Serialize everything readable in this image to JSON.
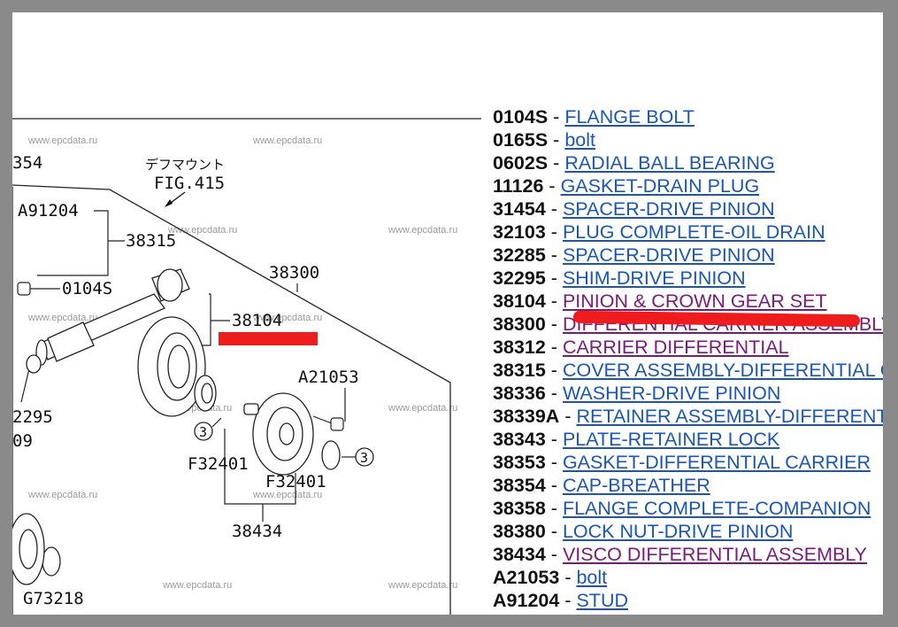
{
  "diagram": {
    "watermark": "www.epcdata.ru",
    "ref_ja": "デフマウント",
    "ref_fig": "FIG.415",
    "part_numbers": {
      "p354": "354",
      "a91204": "A91204",
      "p38315": "38315",
      "p38300": "38300",
      "p0104s": "0104S",
      "p38104": "38104",
      "a21053": "A21053",
      "p2295": "2295",
      "p09": "09",
      "f32401_left": "F32401",
      "f32401_right": "F32401",
      "p38434": "38434",
      "g73218": "G73218",
      "circle3_a": "3",
      "circle3_b": "3"
    }
  },
  "parts": [
    {
      "code": "0104S",
      "name": "FLANGE BOLT",
      "visited": false
    },
    {
      "code": "0165S",
      "name": "bolt",
      "visited": false
    },
    {
      "code": "0602S",
      "name": "RADIAL BALL BEARING",
      "visited": false
    },
    {
      "code": "11126",
      "name": "GASKET-DRAIN PLUG",
      "visited": false
    },
    {
      "code": "31454",
      "name": "SPACER-DRIVE PINION",
      "visited": false
    },
    {
      "code": "32103",
      "name": "PLUG COMPLETE-OIL DRAIN",
      "visited": false
    },
    {
      "code": "32285",
      "name": "SPACER-DRIVE PINION",
      "visited": false
    },
    {
      "code": "32295",
      "name": "SHIM-DRIVE PINION",
      "visited": false
    },
    {
      "code": "38104",
      "name": "PINION & CROWN GEAR SET",
      "visited": true
    },
    {
      "code": "38300",
      "name": "DIFFERENTIAL CARRIER ASSEMBLY",
      "visited": true
    },
    {
      "code": "38312",
      "name": "CARRIER DIFFERENTIAL",
      "visited": true
    },
    {
      "code": "38315",
      "name": "COVER ASSEMBLY-DIFFERENTIAL CARRIER",
      "visited": false
    },
    {
      "code": "38336",
      "name": "WASHER-DRIVE PINION",
      "visited": false
    },
    {
      "code": "38339A",
      "name": "RETAINER ASSEMBLY-DIFFERENTIAL",
      "visited": false
    },
    {
      "code": "38343",
      "name": "PLATE-RETAINER LOCK",
      "visited": false
    },
    {
      "code": "38353",
      "name": "GASKET-DIFFERENTIAL CARRIER",
      "visited": false
    },
    {
      "code": "38354",
      "name": "CAP-BREATHER",
      "visited": false
    },
    {
      "code": "38358",
      "name": "FLANGE COMPLETE-COMPANION",
      "visited": false
    },
    {
      "code": "38380",
      "name": "LOCK NUT-DRIVE PINION",
      "visited": false
    },
    {
      "code": "38434",
      "name": "VISCO DIFFERENTIAL ASSEMBLY",
      "visited": true
    },
    {
      "code": "A21053",
      "name": "bolt",
      "visited": false
    },
    {
      "code": "A91204",
      "name": "STUD",
      "visited": false
    }
  ],
  "separator": "-",
  "colors": {
    "link": "#1a56b6",
    "visited_link": "#7a1a7a",
    "highlight": "#ee1c1c",
    "frame": "#8a8a8a"
  }
}
